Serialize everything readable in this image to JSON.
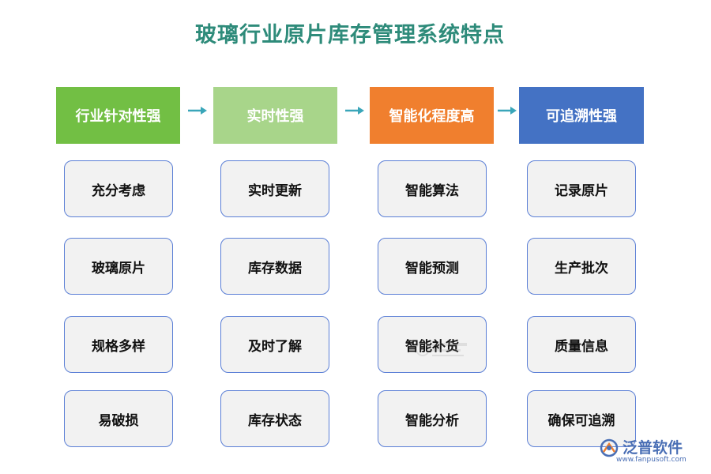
{
  "title": "玻璃行业原片库存管理系统特点",
  "columns": [
    {
      "header": "行业针对性强",
      "header_color": "#72bf44",
      "items": [
        "充分考虑",
        "玻璃原片",
        "规格多样",
        "易破损"
      ]
    },
    {
      "header": "实时性强",
      "header_color": "#a8d58a",
      "items": [
        "实时更新",
        "库存数据",
        "及时了解",
        "库存状态"
      ]
    },
    {
      "header": "智能化程度高",
      "header_color": "#f07f2e",
      "items": [
        "智能算法",
        "智能预测",
        "智能补货",
        "智能分析"
      ]
    },
    {
      "header": "可追溯性强",
      "header_color": "#4472c4",
      "items": [
        "记录原片",
        "生产批次",
        "质量信息",
        "确保可追溯"
      ]
    }
  ],
  "colors": {
    "title": "#2e8b7a",
    "arrow": "#3aa6b9",
    "card_border": "#5b7fd6",
    "card_bg": "#f2f2f2"
  },
  "logo": {
    "name": "泛普软件",
    "url": "www.fanpusoft.com"
  }
}
